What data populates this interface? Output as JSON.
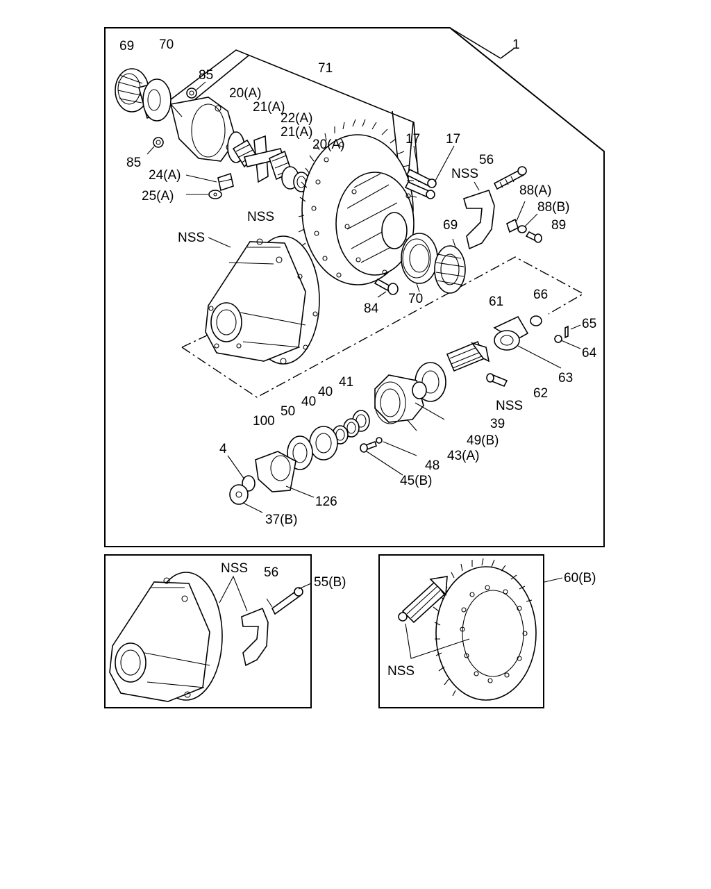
{
  "labels": {
    "l69a": "69",
    "l70a": "70",
    "l85a": "85",
    "l71": "71",
    "l1": "1",
    "l20a1": "20(A)",
    "l21a1": "21(A)",
    "l22a": "22(A)",
    "l21a2": "21(A)",
    "l20a2": "20(A)",
    "l17a": "17",
    "l17b": "17",
    "l85b": "85",
    "l24a": "24(A)",
    "l25a": "25(A)",
    "lnss1": "NSS",
    "l56a": "56",
    "lnss2": "NSS",
    "l88a": "88(A)",
    "l88b": "88(B)",
    "l89": "89",
    "lnss3": "NSS",
    "l69b": "69",
    "l70b": "70",
    "l84": "84",
    "l61": "61",
    "l66": "66",
    "l65": "65",
    "l64": "64",
    "l63": "63",
    "l62": "62",
    "lnss4": "NSS",
    "l39": "39",
    "l49b": "49(B)",
    "l43a": "43(A)",
    "l48": "48",
    "l45b": "45(B)",
    "l41": "41",
    "l40a": "40",
    "l40b": "40",
    "l50": "50",
    "l100": "100",
    "l4": "4",
    "l126": "126",
    "l37b": "37(B)",
    "lnss5": "NSS",
    "l56b": "56",
    "l55b": "55(B)",
    "lnss6": "NSS",
    "l60b": "60(B)"
  }
}
